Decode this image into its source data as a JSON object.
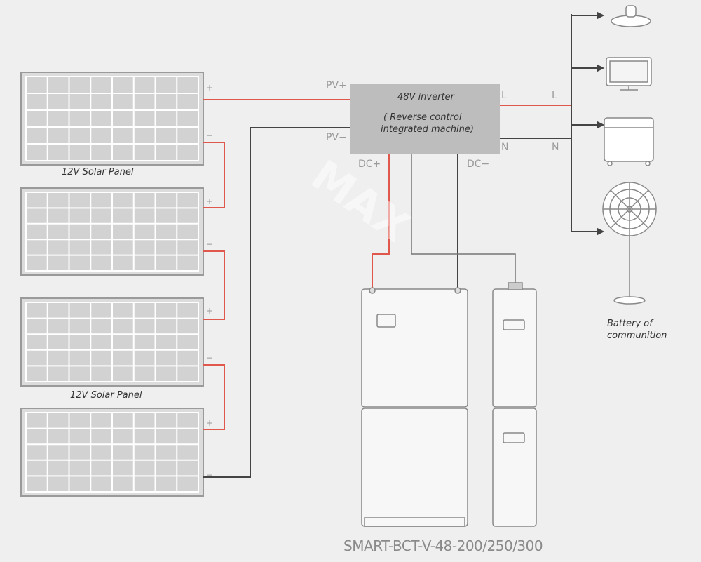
{
  "panels": {
    "top_label": "12V Solar Panel",
    "bottom_label": "12V Solar Panel",
    "plus": "+",
    "minus": "−"
  },
  "inverter": {
    "title": "48V inverter",
    "subtitle_1": "( Reverse control",
    "subtitle_2": "integrated machine)",
    "pv_plus": "PV+",
    "pv_minus": "PV−",
    "dc_plus": "DC+",
    "dc_minus": "DC−",
    "l": "L",
    "n": "N",
    "l_out": "L",
    "n_out": "N"
  },
  "loads": {
    "caption_1": "Battery of",
    "caption_2": "communition"
  },
  "battery": {
    "model": "SMART-BCT-V-48-200/250/300"
  },
  "watermark": "MAX",
  "colors": {
    "positive": "#e0574c",
    "negative": "#444444",
    "inverter_fill": "#bdbdbd"
  }
}
